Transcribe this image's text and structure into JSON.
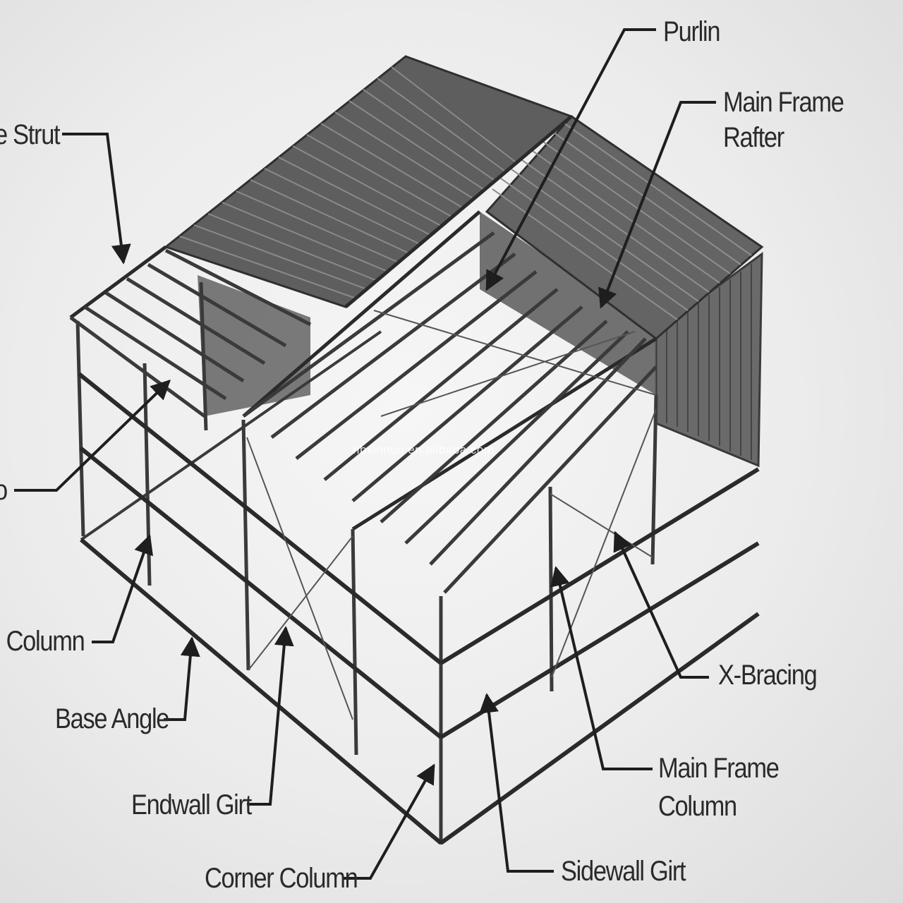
{
  "labels": {
    "purlin": "Purlin",
    "main_frame_rafter_1": "Main Frame",
    "main_frame_rafter_2": "Rafter",
    "eave_strut": "e Strut",
    "rod_partial": "o",
    "endwall_column_partial": "l Column",
    "base_angle": "Base Angle",
    "endwall_girt": "Endwall Girt",
    "corner_column": "Corner Column",
    "sidewall_girt": "Sidewall Girt",
    "main_frame_column_1": "Main Frame",
    "main_frame_column_2": "Column",
    "x_bracing": "X-Bracing"
  },
  "watermark": "hbxinnuo.en.alibaba.com",
  "colors": {
    "frame": "#3a3a3a",
    "roof": "#5c5c5c",
    "roof_rib": "#2f2f2f",
    "wall_dark": "#4a4a4a",
    "leader": "#1e1e1e"
  }
}
